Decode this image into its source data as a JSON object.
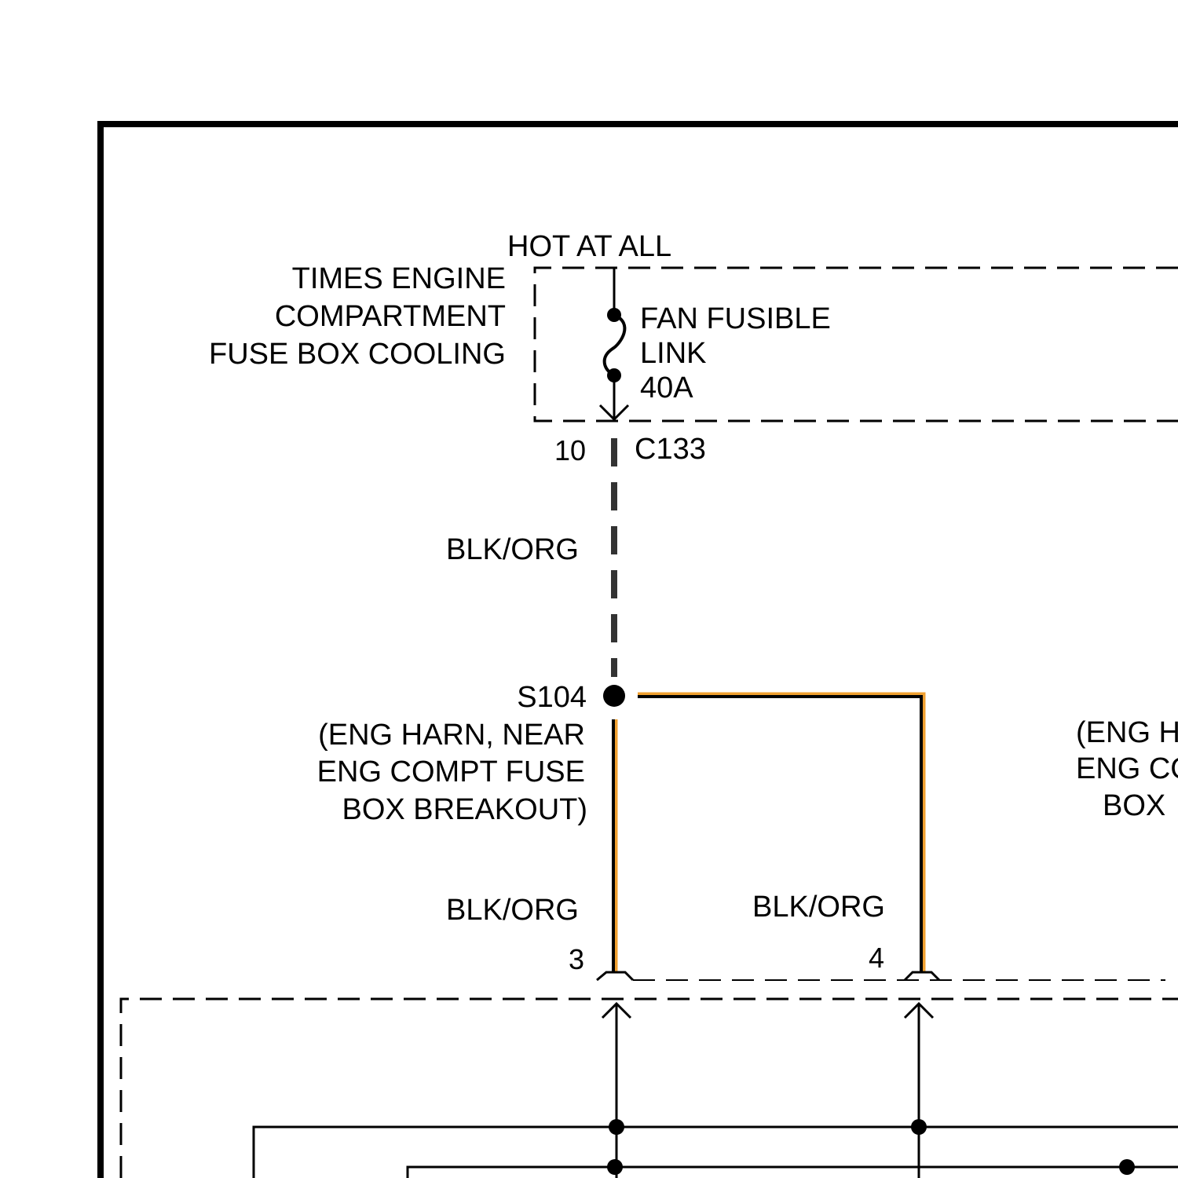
{
  "fuse_box": {
    "heading": "HOT AT ALL",
    "name_lines": [
      "TIMES ENGINE",
      "COMPARTMENT",
      "FUSE BOX COOLING"
    ],
    "fusible_link_lines": [
      "FAN FUSIBLE",
      "LINK",
      "40A"
    ]
  },
  "connector_c133": {
    "pin": "10",
    "id": "C133"
  },
  "wires": {
    "feed_color": "BLK/ORG",
    "left_branch_color": "BLK/ORG",
    "right_branch_color": "BLK/ORG"
  },
  "splice_s104": {
    "id": "S104",
    "location_lines": [
      "(ENG HARN, NEAR",
      "ENG COMPT FUSE",
      "BOX BREAKOUT)"
    ]
  },
  "right_splice_partial": {
    "location_lines": [
      "(ENG H",
      "ENG CO",
      "BOX"
    ]
  },
  "lower_connector": {
    "pin_left": "3",
    "pin_right": "4"
  },
  "colors": {
    "line": "#000000",
    "feed_wire_dash": "#333333",
    "wire_stripe": "#f0a030"
  }
}
